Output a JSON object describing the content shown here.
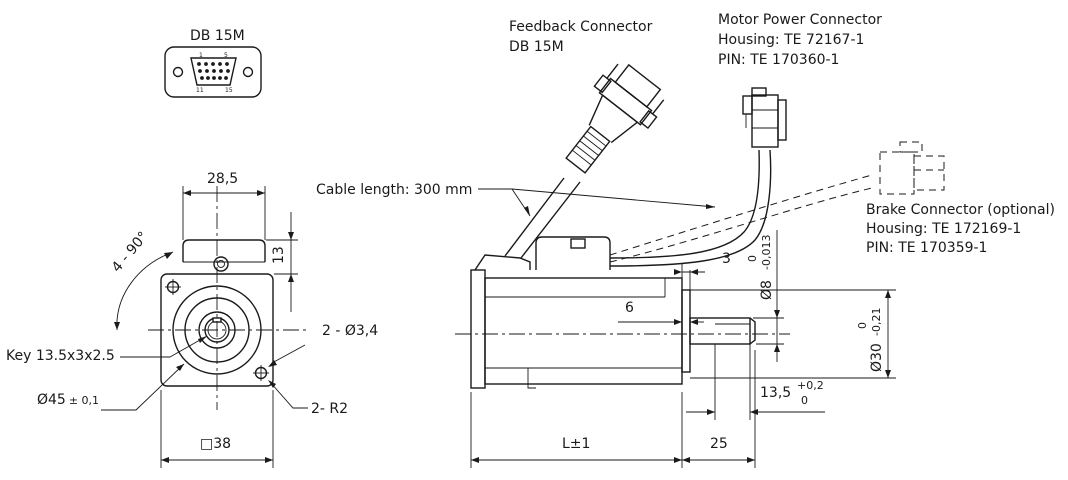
{
  "title": "Servo motor dimensional drawing",
  "connector_icon": {
    "label": "DB 15M",
    "pin_first": "1",
    "pin_fifth": "5",
    "pin_eleventh": "11",
    "pin_last": "15"
  },
  "feedback": {
    "line1": "Feedback Connector",
    "line2": "DB 15M"
  },
  "motor_power": {
    "line1": "Motor Power Connector",
    "line2": "Housing: TE 72167-1",
    "line3": "PIN: TE 170360-1"
  },
  "brake": {
    "line1": "Brake Connector (optional)",
    "line2": "Housing: TE 172169-1",
    "line3": "PIN: TE 170359-1"
  },
  "cable_length": "Cable length: 300 mm",
  "front_view": {
    "dim_width_top": "28,5",
    "dim_height_13": "13",
    "angle": "4 - 90°",
    "holes": "2 - Ø3,4",
    "key": "Key 13.5x3x2.5",
    "pilot_diameter": "Ø45",
    "pilot_tolerance": "± 0,1",
    "radius": "2- R2",
    "square": "□38"
  },
  "side_view": {
    "length": "L±1",
    "shaft_length": "25",
    "key_length": "13,5",
    "key_length_tol_upper": "+0,2",
    "key_length_tol_lower": "0",
    "dim_3": "3",
    "dim_6": "6",
    "shaft_diameter": "Ø8",
    "shaft_tol_upper": "0",
    "shaft_tol_lower": "-0,013",
    "flange_diameter": "Ø30",
    "flange_tol_upper": "0",
    "flange_tol_lower": "-0,21"
  }
}
